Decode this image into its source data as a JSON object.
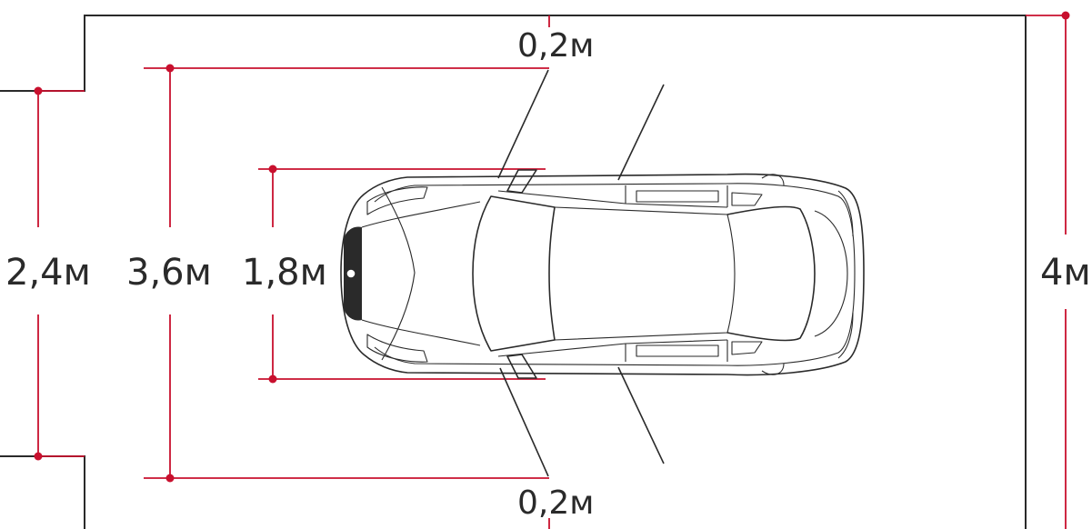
{
  "labels": {
    "gap_top": "0,2м",
    "gap_bottom": "0,2м",
    "opening_width": "2,4м",
    "garage_width": "3,6м",
    "car_width": "1,8м",
    "garage_depth": "4м"
  },
  "colors": {
    "dimension": "#c8102e",
    "outline": "#2a2a2a",
    "background": "#ffffff"
  }
}
